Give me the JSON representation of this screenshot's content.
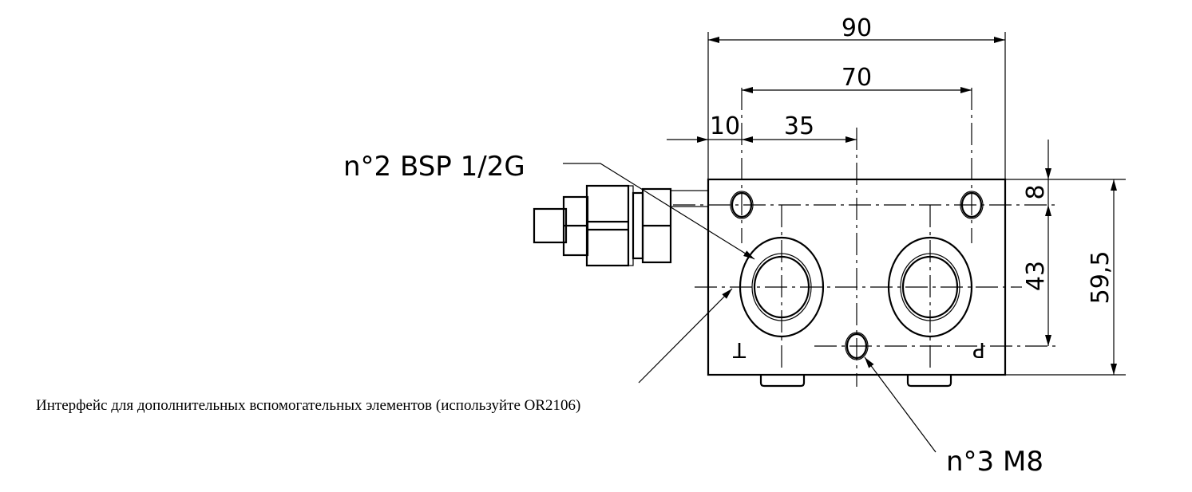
{
  "dimensions": {
    "width_total": "90",
    "hole_spacing": "70",
    "edge_offset": "10",
    "port_offset": "35",
    "top_hole_offset": "8",
    "hole_vertical_spacing": "43",
    "height_total": "59,5"
  },
  "callouts": {
    "ports": "n°2 BSP 1/2G",
    "holes": "n°3 M8",
    "interface_note": "Интерфейс для дополнительных вспомогательных элементов (используйте OR2106)"
  },
  "port_labels": {
    "tank": "T",
    "pressure": "P"
  }
}
